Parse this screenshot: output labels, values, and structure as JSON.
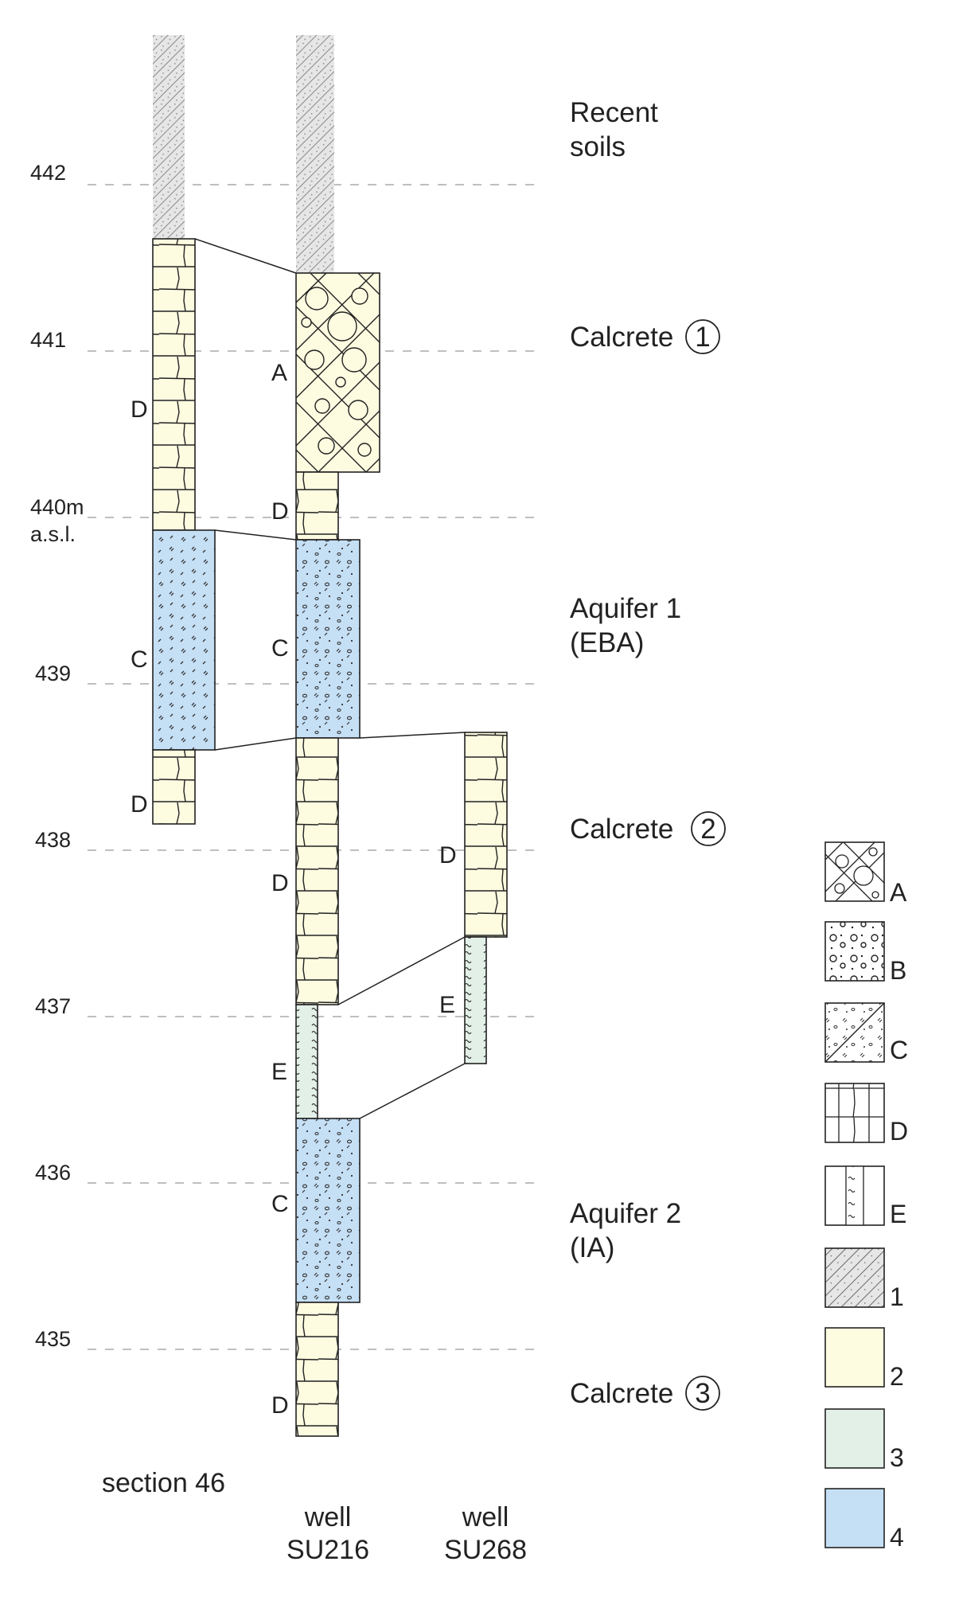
{
  "elevation_labels": [
    "442",
    "441",
    "440m",
    "a.s.l.",
    "439",
    "438",
    "437",
    "436",
    "435"
  ],
  "columns": {
    "section46": "section 46",
    "su216_line1": "well",
    "su216_line2": "SU216",
    "su268_line1": "well",
    "su268_line2": "SU268"
  },
  "units": {
    "recent_line1": "Recent",
    "recent_line2": "soils",
    "calcrete1": "Calcrete",
    "calcrete1_num": "1",
    "aquifer1_line1": "Aquifer 1",
    "aquifer1_line2": "(EBA)",
    "calcrete2": "Calcrete",
    "calcrete2_num": "2",
    "aquifer2_line1": "Aquifer 2",
    "aquifer2_line2": "(IA)",
    "calcrete3": "Calcrete",
    "calcrete3_num": "3"
  },
  "layer_labels": {
    "s46_D_upper": "D",
    "s46_C": "C",
    "s46_D_lower": "D",
    "w216_A": "A",
    "w216_D_upper": "D",
    "w216_C_upper": "C",
    "w216_D_mid": "D",
    "w216_E": "E",
    "w216_C_lower": "C",
    "w216_D_lower": "D",
    "w268_D": "D",
    "w268_E": "E"
  },
  "legend": [
    "A",
    "B",
    "C",
    "D",
    "E",
    "1",
    "2",
    "3",
    "4"
  ],
  "colors": {
    "calcrete_fill": "#fdfbe0",
    "aquifer_fill": "#c5dff5",
    "silt_fill": "#e3f0e8",
    "soil_fill": "#e6e6e6",
    "line": "#222222",
    "dash": "#999999"
  }
}
